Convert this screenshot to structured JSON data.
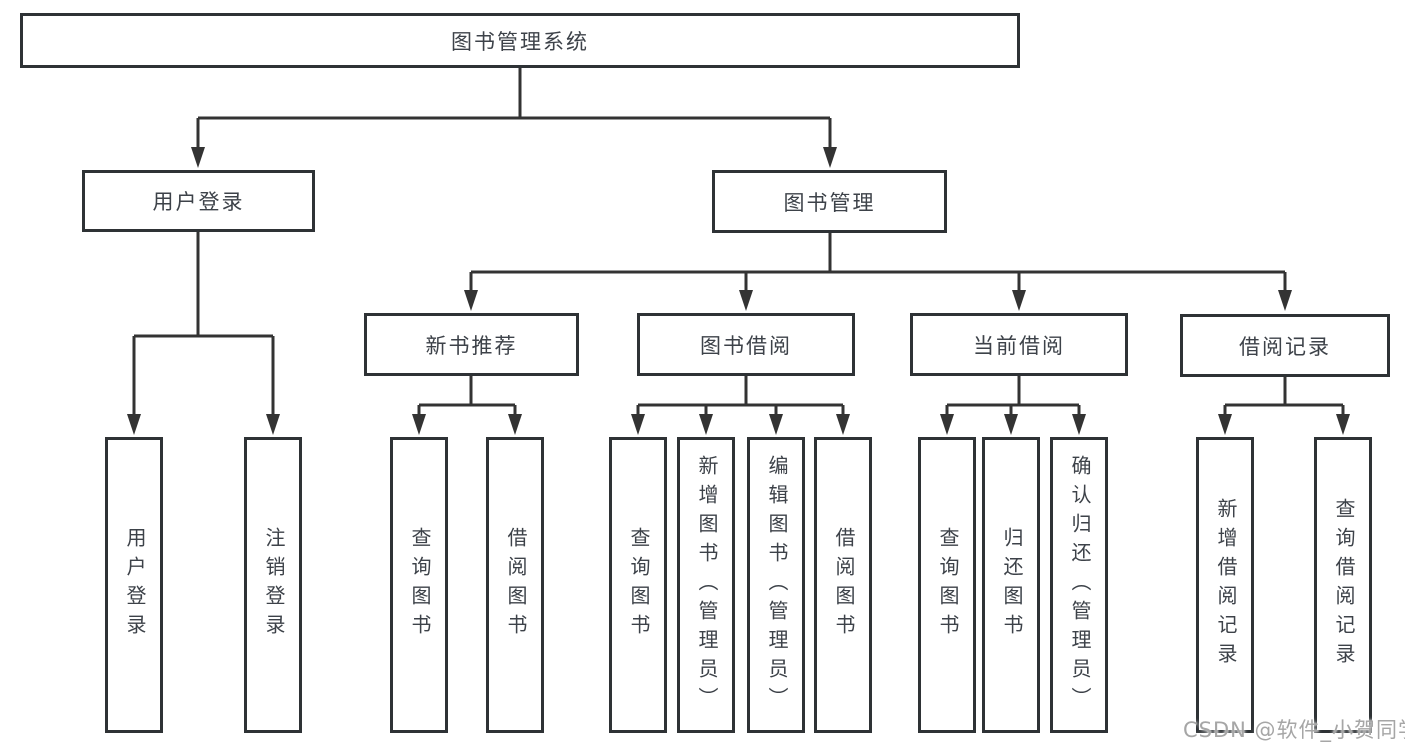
{
  "colors": {
    "line": "#333333",
    "box_border": "#2e3235",
    "text": "#3d4249",
    "watermark": "#a6a6a6",
    "background": "#ffffff"
  },
  "watermark": {
    "text": "CSDN @软件_小贺同学"
  },
  "diagram": {
    "root": {
      "label": "图书管理系统"
    },
    "branches": [
      {
        "label": "用户登录",
        "children": [
          {
            "label": "用户登录"
          },
          {
            "label": "注销登录"
          }
        ]
      },
      {
        "label": "图书管理",
        "children": [
          {
            "label": "新书推荐",
            "children": [
              {
                "label": "查询图书"
              },
              {
                "label": "借阅图书"
              }
            ]
          },
          {
            "label": "图书借阅",
            "children": [
              {
                "label": "查询图书"
              },
              {
                "label": "新增图书（管理员）"
              },
              {
                "label": "编辑图书（管理员）"
              },
              {
                "label": "借阅图书"
              }
            ]
          },
          {
            "label": "当前借阅",
            "children": [
              {
                "label": "查询图书"
              },
              {
                "label": "归还图书"
              },
              {
                "label": "确认归还（管理员）"
              }
            ]
          },
          {
            "label": "借阅记录",
            "children": [
              {
                "label": "新增借阅记录"
              },
              {
                "label": "查询借阅记录"
              }
            ]
          }
        ]
      }
    ]
  }
}
